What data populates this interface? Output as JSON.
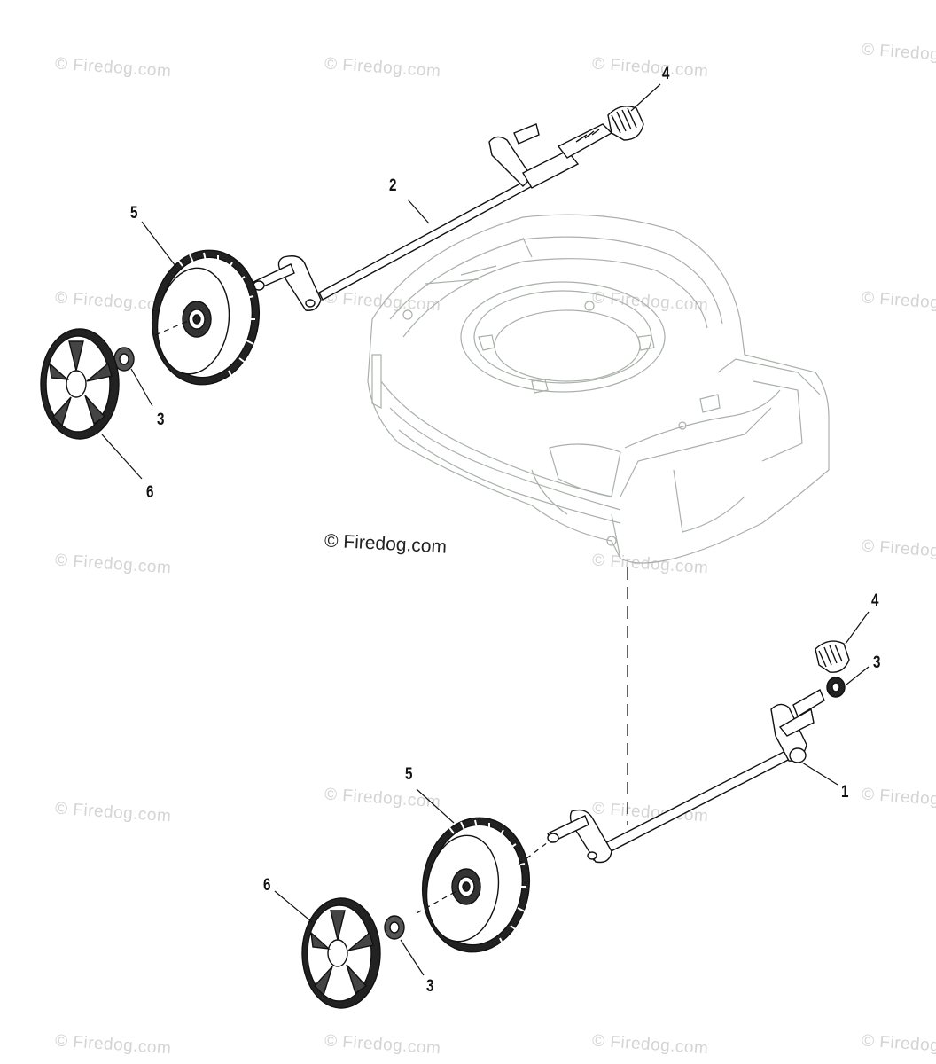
{
  "watermark": "© Firedog.com",
  "main_watermark": "© Firedog.com",
  "callouts": {
    "c1": "1",
    "c2": "2",
    "c3_top": "3",
    "c3_right": "3",
    "c3_bottom": "3",
    "c4_top": "4",
    "c4_bottom": "4",
    "c5_top": "5",
    "c5_bottom": "5",
    "c6_top": "6",
    "c6_bottom": "6"
  }
}
